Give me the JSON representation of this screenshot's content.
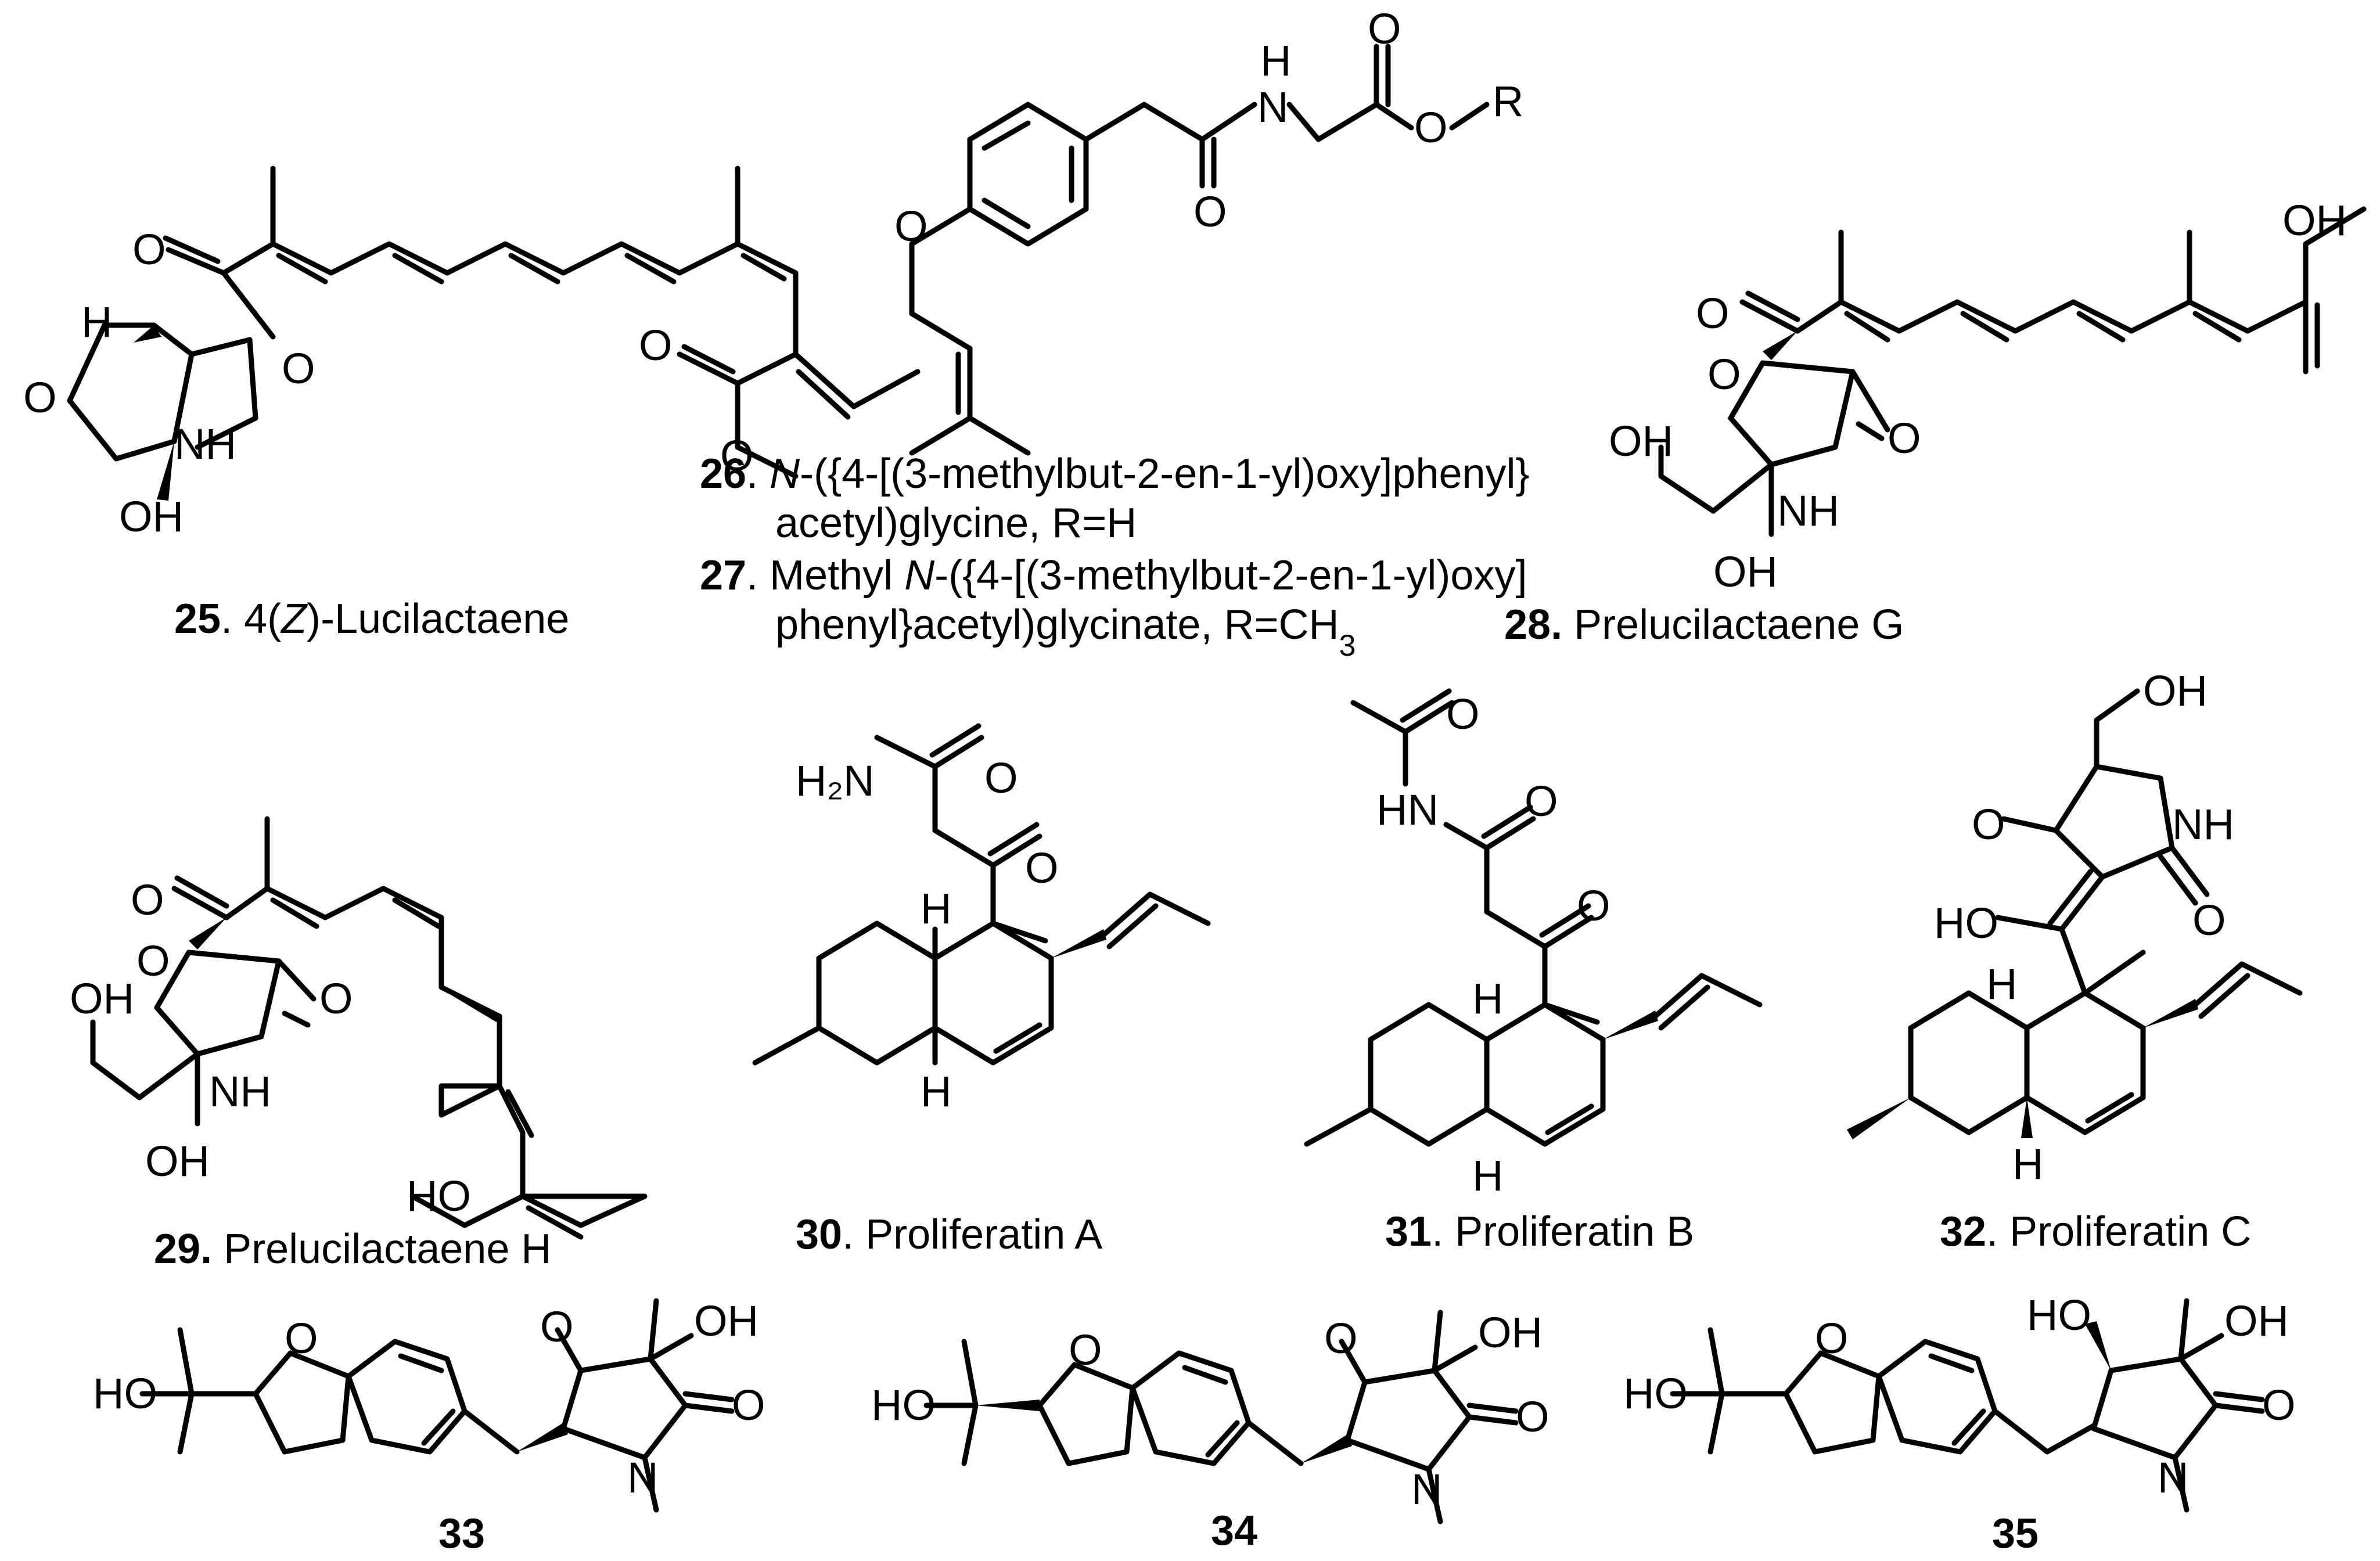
{
  "atoms": {
    "O": "O",
    "H": "H",
    "OH": "OH",
    "NH": "NH",
    "N": "N",
    "HO": "HO",
    "H2N": "H₂N",
    "HN": "HN",
    "R": "R",
    "O_R": "O"
  },
  "compounds": [
    {
      "num": "25",
      "name_pre": ". 4(",
      "name_ital": "Z",
      "name_post": ")-Lucilactaene"
    },
    {
      "num": "26",
      "line1_pre": ". ",
      "line1_ital": "N",
      "line1_post": "-({4-[(3-methylbut-2-en-1-yl)oxy]phenyl}",
      "line2": "acetyl)glycine, R=H"
    },
    {
      "num": "27",
      "line1": ". Methyl ",
      "line1_ital": "N",
      "line1_post": "-({4-[(3-methylbut-2-en-1-yl)oxy]",
      "line2": "phenyl}acetyl)glycinate, R=CH",
      "line2_sub": "3"
    },
    {
      "num": "28.",
      "name": " Prelucilactaene G"
    },
    {
      "num": "29.",
      "name": " Prelucilactaene H"
    },
    {
      "num": "30",
      "name": ". Proliferatin A"
    },
    {
      "num": "31",
      "name": ". Proliferatin B"
    },
    {
      "num": "32",
      "name": ". Proliferatin C"
    },
    {
      "num": "33"
    },
    {
      "num": "34"
    },
    {
      "num": "35"
    }
  ]
}
